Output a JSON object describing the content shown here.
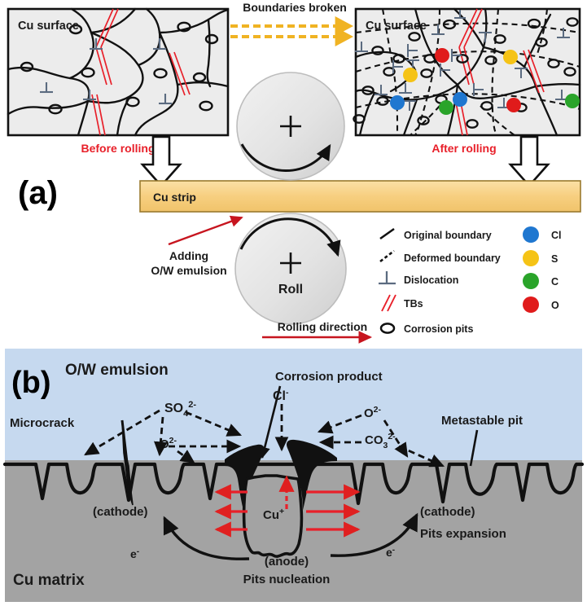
{
  "figure": {
    "panel_a": {
      "letter": "(a)",
      "before_box": {
        "surface_label": "Cu surface",
        "caption": "Before rolling",
        "caption_color": "#e8202a"
      },
      "after_box": {
        "surface_label": "Cu surface",
        "caption": "After rolling",
        "caption_color": "#e8202a"
      },
      "transition_label": "Boundaries broken",
      "transition_arrow_color": "#f0b323",
      "strip_label": "Cu strip",
      "strip_color": "#f6cd7d",
      "roll_label": "Roll",
      "roll_center_mark": "+",
      "emulsion_note_line1": "Adding",
      "emulsion_note_line2": "O/W emulsion",
      "emulsion_note_arrow_color": "#c7151f",
      "rolling_direction_label": "Rolling direction",
      "rolling_direction_arrow_color": "#c7151f"
    },
    "legend": {
      "symbols": [
        {
          "name": "original-boundary",
          "label": "Original boundary",
          "style": "solid-line",
          "color": "#111111"
        },
        {
          "name": "deformed-boundary",
          "label": "Deformed boundary",
          "style": "dashed-line",
          "color": "#111111"
        },
        {
          "name": "dislocation",
          "label": "Dislocation",
          "style": "perp-symbol",
          "color": "#4a5a70"
        },
        {
          "name": "twin-boundaries",
          "label": "TBs",
          "style": "double-red-line",
          "color": "#e8202a"
        },
        {
          "name": "corrosion-pits",
          "label": "Corrosion pits",
          "style": "open-ellipse",
          "color": "#111111"
        }
      ],
      "elements": [
        {
          "name": "chlorine",
          "label": "Cl",
          "color": "#1f77d0"
        },
        {
          "name": "sulfur",
          "label": "S",
          "color": "#f5c316"
        },
        {
          "name": "carbon",
          "label": "C",
          "color": "#2aa42a"
        },
        {
          "name": "oxygen",
          "label": "O",
          "color": "#e01b1b"
        }
      ]
    },
    "panel_b": {
      "letter": "(b)",
      "emulsion_label": "O/W emulsion",
      "emulsion_color": "#c6d9ef",
      "matrix_label": "Cu matrix",
      "matrix_color": "#a3a3a3",
      "microcrack_label": "Microcrack",
      "corrosion_product_label": "Corrosion product",
      "metastable_pit_label": "Metastable pit",
      "species": [
        {
          "name": "sulfate",
          "label": "SO",
          "sub": "4",
          "sup": "2-"
        },
        {
          "name": "oxide-left",
          "label": "O",
          "sub": "",
          "sup": "2-"
        },
        {
          "name": "chloride",
          "label": "Cl",
          "sub": "",
          "sup": "-"
        },
        {
          "name": "oxide-right",
          "label": "O",
          "sub": "",
          "sup": "2-"
        },
        {
          "name": "carbonate",
          "label": "CO",
          "sub": "3",
          "sup": "2-"
        }
      ],
      "cation_label": "Cu",
      "cation_sup": "+",
      "anode_label": "(anode)",
      "cathode_label_left": "(cathode)",
      "cathode_label_right": "(cathode)",
      "pits_nucleation_label": "Pits nucleation",
      "pits_expansion_label": "Pits expansion",
      "electron_label_left": "e",
      "electron_label_right": "e",
      "electron_sup": "-",
      "flux_arrow_color": "#e8202a"
    }
  }
}
